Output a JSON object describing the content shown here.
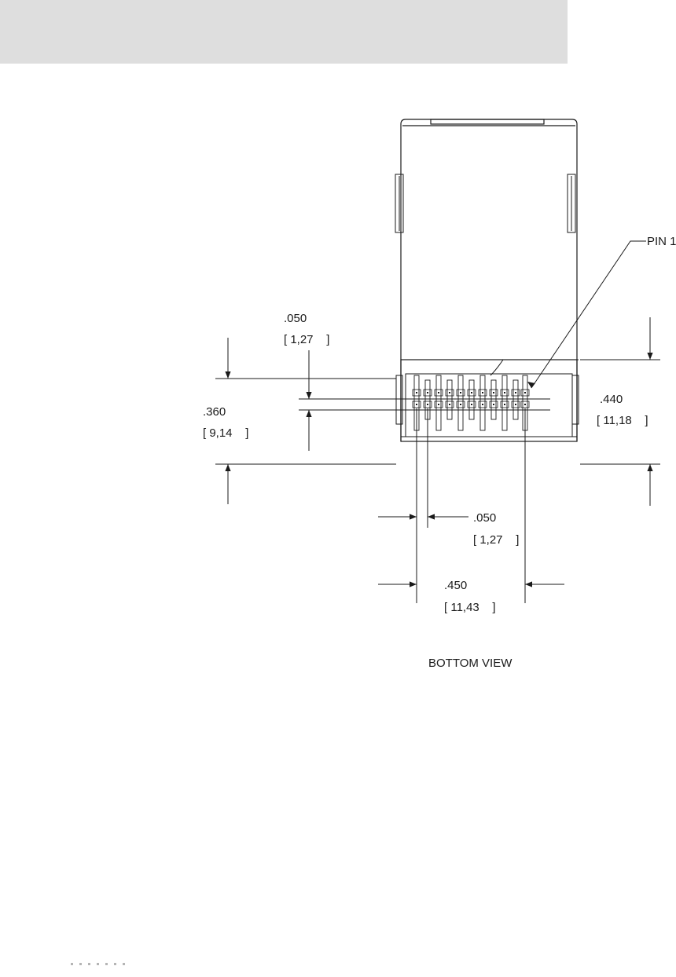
{
  "drawing": {
    "pin_label": "PIN 1",
    "view_title": "BOTTOM VIEW",
    "dimensions": {
      "pitch_vertical": {
        "inch": ".050",
        "mm": "[ 1,27    ]"
      },
      "height_360": {
        "inch": ".360",
        "mm": "[ 9,14    ]"
      },
      "height_440": {
        "inch": ".440",
        "mm": "[ 11,18    ]"
      },
      "pitch_horizontal": {
        "inch": ".050",
        "mm": "[ 1,27    ]"
      },
      "width_450": {
        "inch": ".450",
        "mm": "[ 11,43    ]"
      }
    }
  },
  "footer": {
    "dot_count": 7
  }
}
